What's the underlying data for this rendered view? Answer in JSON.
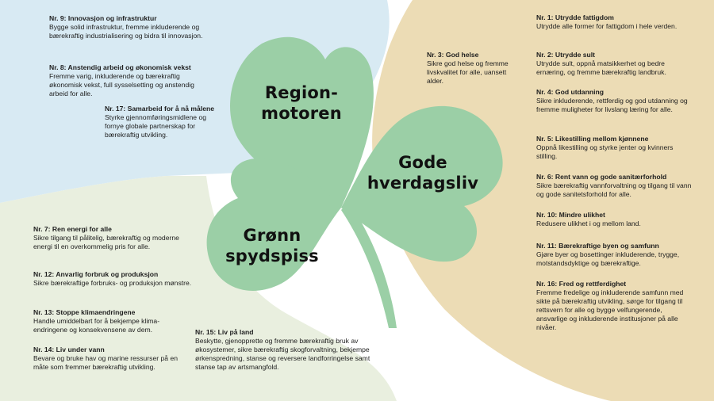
{
  "colors": {
    "blue_region": "#d8eaf3",
    "green_region": "#e9efdf",
    "sand_region": "#ecdcb5",
    "clover": "#9bcfa6",
    "text": "#1e1e1e"
  },
  "clover": {
    "top_leaf": [
      "Region-",
      "motoren"
    ],
    "right_leaf": [
      "Gode",
      "hverdagsliv"
    ],
    "left_leaf": [
      "Grønn",
      "spydspiss"
    ]
  },
  "goals": {
    "g9": {
      "title": "Nr. 9: Innovasjon og infrastruktur",
      "desc": "Bygge solid infrastruktur, fremme inkluderende og bærekraftig industrialisering og bidra til innovasjon."
    },
    "g8": {
      "title": "Nr. 8: Anstendig arbeid og økonomisk vekst",
      "desc": "Fremme varig, inkluderende og bærekraftig økonomisk vekst, full sysselsetting og anstendig arbeid for alle."
    },
    "g17": {
      "title": "Nr. 17: Samarbeid for å nå målene",
      "desc": "Styrke gjennomføringsmidlene og fornye globale partnerskap for bærekraftig utvikling."
    },
    "g3": {
      "title": "Nr. 3: God helse",
      "desc": "Sikre god helse og fremme livskvalitet for alle, uansett alder."
    },
    "g1": {
      "title": "Nr. 1: Utrydde fattigdom",
      "desc": "Utrydde alle former for fattigdom i hele verden."
    },
    "g2": {
      "title": "Nr. 2: Utrydde sult",
      "desc": "Utrydde sult, oppnå matsikkerhet og bedre ernæring, og fremme bærekraftig landbruk."
    },
    "g4": {
      "title": "Nr. 4: God utdanning",
      "desc": "Sikre inkluderende, rettferdig og god utdanning og fremme muligheter for livslang læring for alle."
    },
    "g5": {
      "title": "Nr. 5: Likestilling mellom kjønnene",
      "desc": "Oppnå likestilling og styrke jenter og kvinners stilling."
    },
    "g6": {
      "title": "Nr. 6: Rent vann og gode sanitærforhold",
      "desc": "Sikre bærekraftig vannforvaltning og tilgang til vann og gode sanitetsforhold for alle."
    },
    "g10": {
      "title": "Nr. 10: Mindre ulikhet",
      "desc": "Redusere ulikhet i og mellom land."
    },
    "g11": {
      "title": "Nr. 11: Bærekraftige byen og samfunn",
      "desc": "Gjøre byer og bosettinger inkluderende, trygge, motstandsdyktige og bærekraftige."
    },
    "g16": {
      "title": "Nr. 16: Fred og rettferdighet",
      "desc": "Fremme fredelige og inkluderende samfunn med sikte på bærekraftig utvikling, sørge for tilgang til rettsvern for alle og bygge velfungerende, ansvarlige og inkluderende institusjoner på alle nivåer."
    },
    "g7": {
      "title": "Nr. 7: Ren energi for alle",
      "desc": "Sikre tilgang til pålitelig, bærekraftig og moderne energi til en overkommelig pris for alle."
    },
    "g12": {
      "title": "Nr. 12: Anvarlig forbruk og produksjon",
      "desc": "Sikre bærekraftige forbruks- og produksjon mønstre."
    },
    "g13": {
      "title": "Nr. 13: Stoppe klimaendringene",
      "desc": "Handle umiddelbart for å bekjempe klima-endringene og konsekvensene av dem."
    },
    "g14": {
      "title": "Nr. 14: Liv under vann",
      "desc": "Bevare og bruke hav og marine ressurser på en måte som fremmer bærekraftig utvikling."
    },
    "g15": {
      "title": "Nr. 15: Liv på land",
      "desc": "Beskytte, gjenopprette og fremme bærekraftig bruk av økosystemer, sikre bærekraftig skogforvaltning, bekjempe ørkenspredning, stanse og reversere landforringelse samt stanse tap av artsmangfold."
    }
  }
}
